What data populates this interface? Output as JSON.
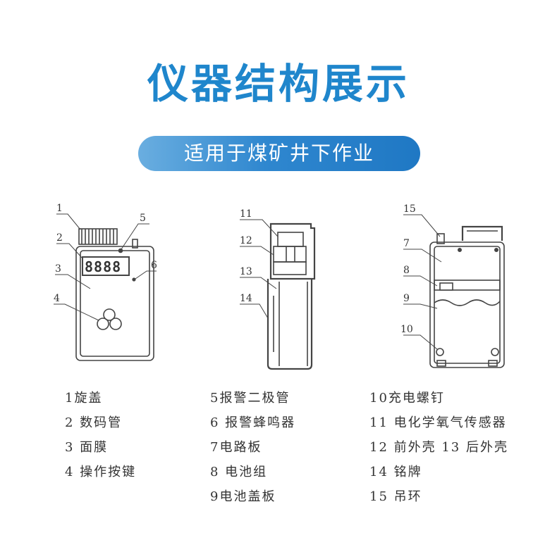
{
  "title": "仪器结构展示",
  "subtitle": "适用于煤矿井下作业",
  "diagrams": {
    "front": {
      "display": "8888",
      "callouts": [
        "1",
        "2",
        "3",
        "4",
        "5",
        "6"
      ]
    },
    "side": {
      "callouts": [
        "11",
        "12",
        "13",
        "14"
      ]
    },
    "back": {
      "callouts": [
        "15",
        "7",
        "8",
        "9",
        "10"
      ]
    }
  },
  "legend": {
    "col1": [
      "1旋盖",
      "2 数码管",
      "3 面膜",
      "4 操作按键"
    ],
    "col2": [
      "5报警二极管",
      "6 报警蜂鸣器",
      "7电路板",
      "8 电池组",
      "9电池盖板"
    ],
    "col3": [
      "10充电螺钉",
      "11 电化学氧气传感器",
      "12 前外壳  13 后外壳",
      "14 铭牌",
      "15 吊环"
    ]
  }
}
